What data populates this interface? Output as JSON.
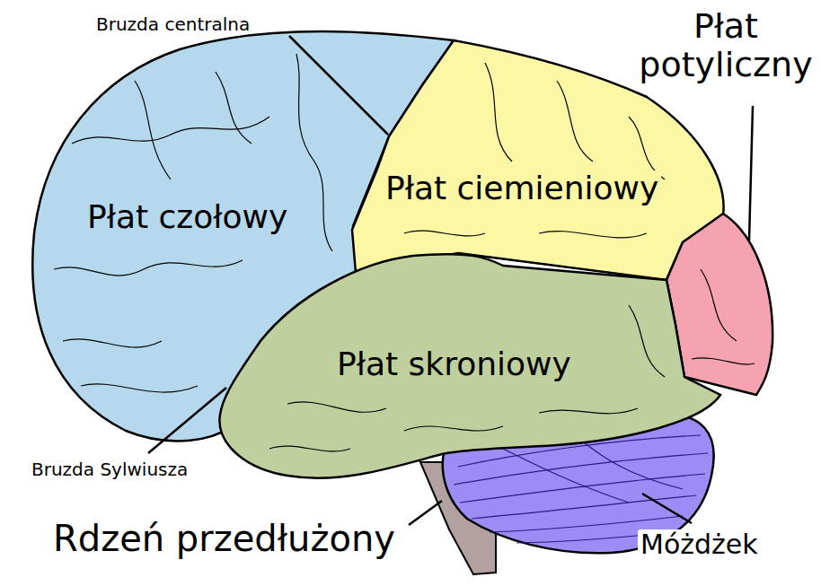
{
  "diagram": {
    "labels": [
      "Bruzda centralna",
      "Płat potyliczny",
      "Płat czołowy",
      "Płat ciemieniowy",
      "Płat skroniowy",
      "Bruzda Sylwiusza",
      "Rdzeń przedłużony",
      "Móżdżek"
    ]
  }
}
